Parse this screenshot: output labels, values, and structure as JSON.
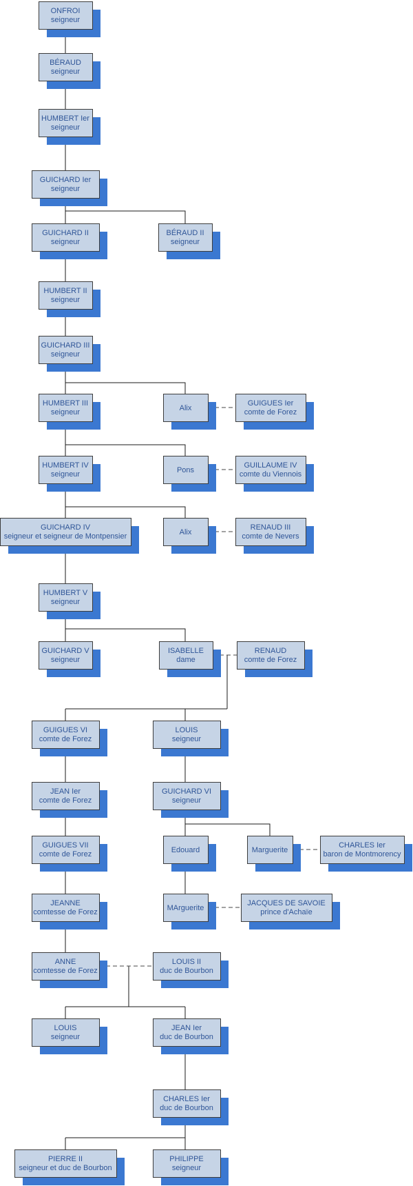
{
  "colors": {
    "box_fill": "#c6d4e6",
    "box_border": "#3c3c3c",
    "box_shadow": "#3b78d1",
    "text": "#2f5597",
    "line": "#1a1a1a"
  },
  "nodes": [
    {
      "id": "onfroi",
      "lines": [
        "ONFROI",
        "seigneur"
      ]
    },
    {
      "id": "beraud",
      "lines": [
        "BÉRAUD",
        "seigneur"
      ]
    },
    {
      "id": "humbert1",
      "lines": [
        "HUMBERT Ier",
        "seigneur"
      ]
    },
    {
      "id": "guichard1",
      "lines": [
        "GUICHARD  Ier",
        "seigneur"
      ]
    },
    {
      "id": "guichard2",
      "lines": [
        "GUICHARD  II",
        "seigneur"
      ]
    },
    {
      "id": "beraud2",
      "lines": [
        "BÉRAUD II",
        "seigneur"
      ]
    },
    {
      "id": "humbert2",
      "lines": [
        "HUMBERT II",
        "seigneur"
      ]
    },
    {
      "id": "guichard3",
      "lines": [
        "GUICHARD III",
        "seigneur"
      ]
    },
    {
      "id": "humbert3",
      "lines": [
        "HUMBERT III",
        "seigneur"
      ]
    },
    {
      "id": "alix1",
      "lines": [
        "Alix"
      ]
    },
    {
      "id": "guigues1",
      "lines": [
        "GUIGUES Ier",
        "comte de Forez"
      ]
    },
    {
      "id": "humbert4",
      "lines": [
        "HUMBERT IV",
        "seigneur"
      ]
    },
    {
      "id": "pons",
      "lines": [
        "Pons"
      ]
    },
    {
      "id": "guillaume4",
      "lines": [
        "GUILLAUME IV",
        "comte du Viennois"
      ]
    },
    {
      "id": "guichard4",
      "lines": [
        "GUICHARD IV",
        "seigneur et seigneur de Montpensier"
      ]
    },
    {
      "id": "alix2",
      "lines": [
        "Alix"
      ]
    },
    {
      "id": "renaud3",
      "lines": [
        "RENAUD III",
        "comte de Nevers"
      ]
    },
    {
      "id": "humbert5",
      "lines": [
        "HUMBERT V",
        "seigneur"
      ]
    },
    {
      "id": "guichard5",
      "lines": [
        "GUICHARD V",
        "seigneur"
      ]
    },
    {
      "id": "isabelle",
      "lines": [
        "ISABELLE",
        "dame"
      ]
    },
    {
      "id": "renaud",
      "lines": [
        "RENAUD",
        "comte de Forez"
      ]
    },
    {
      "id": "guigues6",
      "lines": [
        "GUIGUES VI",
        "comte de Forez"
      ]
    },
    {
      "id": "louis1",
      "lines": [
        "LOUIS",
        "seigneur"
      ]
    },
    {
      "id": "jean1",
      "lines": [
        "JEAN Ier",
        "comte de Forez"
      ]
    },
    {
      "id": "guichard6",
      "lines": [
        "GUICHARD VI",
        "seigneur"
      ]
    },
    {
      "id": "guigues7",
      "lines": [
        "GUIGUES VII",
        "comte de Forez"
      ]
    },
    {
      "id": "edouard",
      "lines": [
        "Edouard"
      ]
    },
    {
      "id": "marguerite1",
      "lines": [
        "Marguerite"
      ]
    },
    {
      "id": "charles_mont",
      "lines": [
        "CHARLES Ier",
        "baron de Montmorency"
      ]
    },
    {
      "id": "jeanne",
      "lines": [
        "JEANNE",
        "comtesse de Forez"
      ]
    },
    {
      "id": "marguerite2",
      "lines": [
        "MArguerite"
      ]
    },
    {
      "id": "jacques",
      "lines": [
        "JACQUES DE SAVOIE",
        "prince d'Achaïe"
      ]
    },
    {
      "id": "anne",
      "lines": [
        "ANNE",
        "comtesse de Forez"
      ]
    },
    {
      "id": "louis2",
      "lines": [
        "LOUIS II",
        "duc de Bourbon"
      ]
    },
    {
      "id": "louis3",
      "lines": [
        "LOUIS",
        "seigneur"
      ]
    },
    {
      "id": "jean_bourbon",
      "lines": [
        "JEAN Ier",
        "duc de Bourbon"
      ]
    },
    {
      "id": "charles_bourbon",
      "lines": [
        "CHARLES Ier",
        "duc de Bourbon"
      ]
    },
    {
      "id": "pierre2",
      "lines": [
        "PIERRE II",
        "seigneur et duc de Bourbon"
      ]
    },
    {
      "id": "philippe",
      "lines": [
        "PHILIPPE",
        "seigneur"
      ]
    }
  ]
}
